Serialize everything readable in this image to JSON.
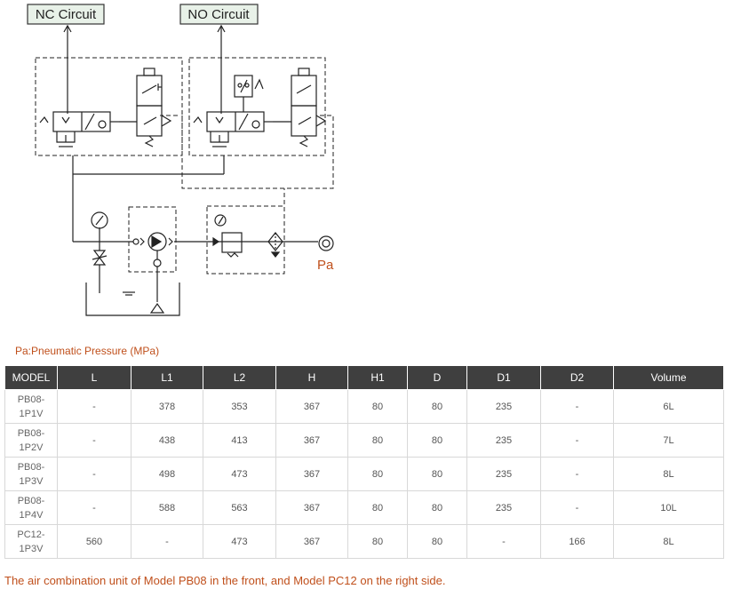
{
  "diagram": {
    "nc_label": "NC Circuit",
    "no_label": "NO Circuit",
    "pa_label": "Pa"
  },
  "caption": "Pa:Pneumatic Pressure (MPa)",
  "table": {
    "headers": [
      "MODEL",
      "L",
      "L1",
      "L2",
      "H",
      "H1",
      "D",
      "D1",
      "D2",
      "Volume"
    ],
    "rows": [
      [
        "PB08-\n1P1V",
        "-",
        "378",
        "353",
        "367",
        "80",
        "80",
        "235",
        "-",
        "6L"
      ],
      [
        "PB08-\n1P2V",
        "-",
        "438",
        "413",
        "367",
        "80",
        "80",
        "235",
        "-",
        "7L"
      ],
      [
        "PB08-\n1P3V",
        "-",
        "498",
        "473",
        "367",
        "80",
        "80",
        "235",
        "-",
        "8L"
      ],
      [
        "PB08-\n1P4V",
        "-",
        "588",
        "563",
        "367",
        "80",
        "80",
        "235",
        "-",
        "10L"
      ],
      [
        "PC12-\n1P3V",
        "560",
        "-",
        "473",
        "367",
        "80",
        "80",
        "-",
        "166",
        "8L"
      ]
    ]
  },
  "footer": "The air combination unit of Model PB08 in the front, and Model PC12 on the right side.",
  "colors": {
    "accent": "#c0501c",
    "header_bg": "#3f3f3f",
    "label_box": "#e8f1e8"
  }
}
